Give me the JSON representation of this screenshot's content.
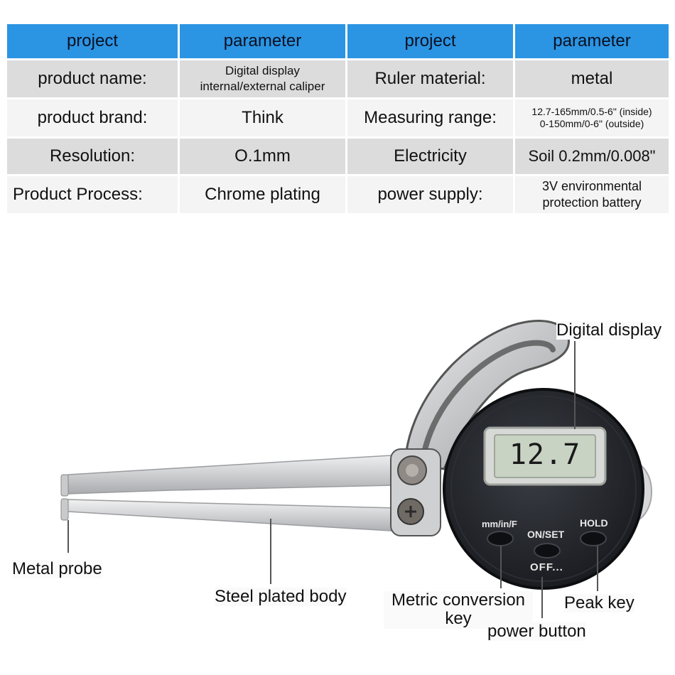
{
  "table": {
    "headers": [
      "project",
      "parameter",
      "project",
      "parameter"
    ],
    "rows": [
      {
        "label1": "product name:",
        "value1_line1": "Digital display",
        "value1_line2": "internal/external caliper",
        "label2": "Ruler material:",
        "value2": "metal"
      },
      {
        "label1": "product brand:",
        "value1": "Think",
        "label2": "Measuring range:",
        "value2_line1": "12.7-165mm/0.5-6\" (inside)",
        "value2_line2": "0-150mm/0-6\" (outside)"
      },
      {
        "label1": "Resolution:",
        "value1": "O.1mm",
        "label2": "Electricity",
        "value2": "Soil 0.2mm/0.008\""
      },
      {
        "label1": "Product Process:",
        "value1": "Chrome plating",
        "label2": "power supply:",
        "value2_line1": "3V environmental",
        "value2_line2": "protection battery"
      }
    ]
  },
  "device": {
    "display_reading": "12.7",
    "unit_button_label": "mm/in/F",
    "on_set_label": "ON/SET",
    "off_label": "OFF...",
    "hold_label": "HOLD"
  },
  "callouts": {
    "digital_display": "Digital display",
    "metal_probe": "Metal probe",
    "steel_body": "Steel plated body",
    "metric_key_line1": "Metric conversion",
    "metric_key_line2": "key",
    "peak_key": "Peak key",
    "power_button": "power button"
  },
  "colors": {
    "header_blue": "#2b94e3",
    "row_gray": "#dcdcdc",
    "lcd_green": "#c9d3c4",
    "dial_black": "#1b1d22"
  }
}
